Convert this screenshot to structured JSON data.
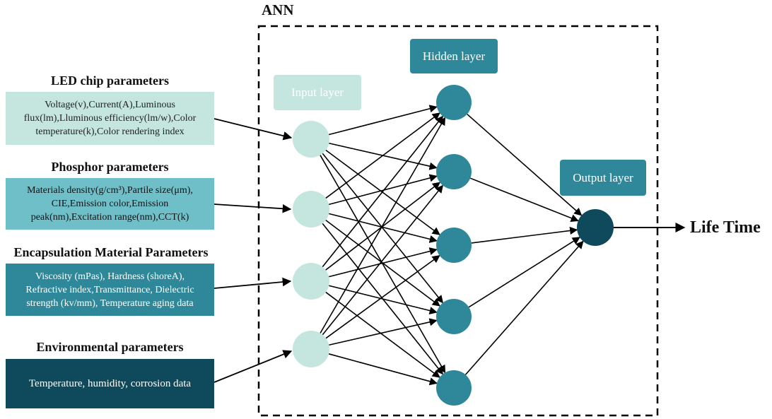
{
  "ann_title": "ANN",
  "output_label": "Life Time",
  "layers": {
    "input": "Input layer",
    "hidden": "Hidden layer",
    "output": "Output layer"
  },
  "groups": [
    {
      "title": "LED chip parameters",
      "lines": [
        "Voltage(v),Current(A),Luminous",
        "flux(lm),Lluminous efficiency(lm/w),Color",
        "temperature(k),Color rendering index"
      ]
    },
    {
      "title": "Phosphor parameters",
      "lines": [
        "Materials density(g/cm³),Partile size(μm),",
        "CIE,Emission color,Emission",
        "peak(nm),Excitation range(nm),CCT(k)"
      ]
    },
    {
      "title": "Encapsulation Material Parameters",
      "lines": [
        "Viscosity (mPas), Hardness (shoreA),",
        "Refractive index,Transmittance, Dielectric",
        "strength (kv/mm), Temperature aging data"
      ]
    },
    {
      "title": "Environmental parameters",
      "lines": [
        "Temperature, humidity, corrosion data"
      ]
    }
  ],
  "colors": {
    "input_node": "#c4e6df",
    "hidden_node": "#2f8899",
    "output_node": "#0f4a5c",
    "box_1": "#c4e6df",
    "box_2": "#6fbfc9",
    "box_3": "#2f8899",
    "box_4": "#0f4a5c",
    "input_label_bg": "#c4e6df",
    "hidden_label_bg": "#2f8899",
    "output_label_bg": "#2f8899"
  }
}
